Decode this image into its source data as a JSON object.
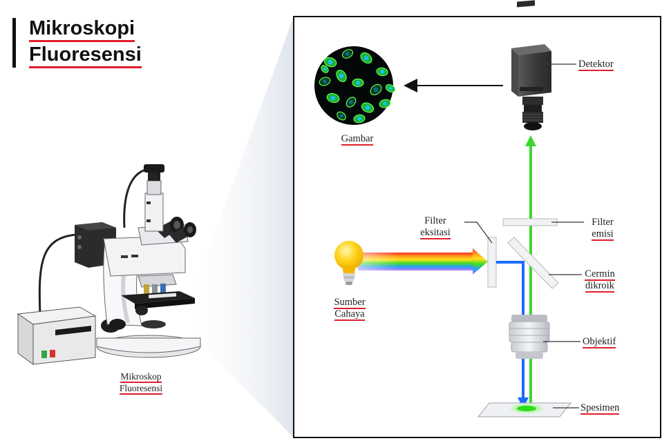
{
  "title": {
    "line1": "Mikroskopi",
    "line2": "Fluoresensi"
  },
  "microscope_label": {
    "line1": "Mikroskop",
    "line2": "Fluoresensi"
  },
  "labels": {
    "detector": "Detektor",
    "image": "Gambar",
    "excitation_filter": {
      "line1": "Filter",
      "line2": "eksitasi"
    },
    "emission_filter": {
      "line1": "Filter",
      "line2": "emisi"
    },
    "dichroic_mirror": {
      "line1": "Cermin",
      "line2": "dikroik"
    },
    "light_source": {
      "line1": "Sumber",
      "line2": "Cahaya"
    },
    "objective": "Objektif",
    "specimen": "Spesimen"
  },
  "colors": {
    "accent_underline": "#e01e2b",
    "excitation_beam": "#1a6cff",
    "emission_beam": "#3dd62e",
    "panel_border": "#111111",
    "bulb": "#ffd21a"
  }
}
